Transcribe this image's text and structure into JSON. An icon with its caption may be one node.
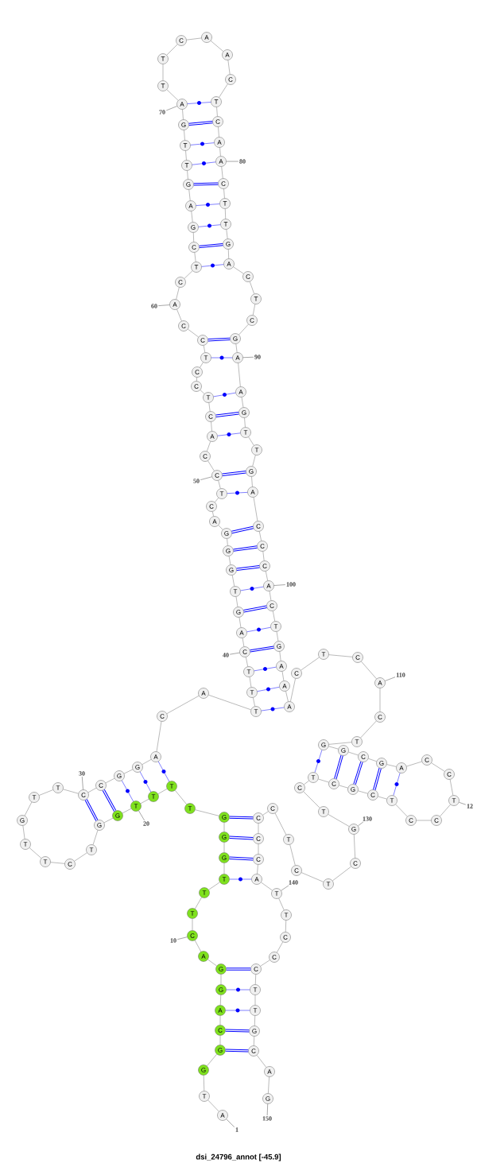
{
  "diagram": {
    "caption": "dsi_24796_annot [-45.9]",
    "nodes": [
      {
        "text": [
          "A"
        ]
      },
      {
        "text": [
          "T"
        ]
      },
      {
        "text": [
          "G"
        ]
      },
      {
        "text": [
          "G"
        ]
      },
      {
        "text": [
          "C"
        ]
      },
      {
        "text": [
          "A"
        ]
      },
      {
        "text": [
          "G"
        ]
      },
      {
        "text": [
          "G"
        ]
      },
      {
        "text": [
          "A"
        ]
      },
      {
        "text": [
          "C"
        ]
      },
      {
        "text": [
          "T"
        ]
      },
      {
        "text": [
          "T"
        ]
      },
      {
        "text": [
          "T"
        ]
      },
      {
        "text": [
          "G"
        ]
      },
      {
        "text": [
          "G"
        ]
      },
      {
        "text": [
          "G"
        ]
      },
      {
        "text": [
          "T"
        ]
      },
      {
        "text": [
          "T"
        ]
      },
      {
        "text": [
          "T"
        ]
      },
      {
        "text": [
          "T"
        ]
      },
      {
        "text": [
          "G"
        ]
      },
      {
        "text": [
          "G"
        ]
      },
      {
        "text": [
          "T"
        ]
      },
      {
        "text": [
          "C"
        ]
      },
      {
        "text": [
          "T"
        ]
      },
      {
        "text": [
          "T"
        ]
      },
      {
        "text": [
          "G"
        ]
      },
      {
        "text": [
          "T"
        ]
      },
      {
        "text": [
          "T"
        ]
      },
      {
        "text": [
          "C"
        ]
      },
      {
        "text": [
          "C"
        ]
      },
      {
        "text": [
          "G"
        ]
      },
      {
        "text": [
          "G"
        ]
      },
      {
        "text": [
          "A"
        ]
      },
      {
        "text": [
          "C"
        ]
      },
      {
        "text": [
          "A"
        ]
      },
      {
        "text": [
          "T"
        ]
      },
      {
        "text": [
          "T"
        ]
      },
      {
        "text": [
          "T"
        ]
      },
      {
        "text": [
          "C"
        ]
      },
      {
        "text": [
          "A"
        ]
      },
      {
        "text": [
          "G"
        ]
      },
      {
        "text": [
          "T"
        ]
      },
      {
        "text": [
          "G"
        ]
      },
      {
        "text": [
          "G"
        ]
      },
      {
        "text": [
          "G"
        ]
      },
      {
        "text": [
          "A"
        ]
      },
      {
        "text": [
          "C"
        ]
      },
      {
        "text": [
          "T"
        ]
      },
      {
        "text": [
          "C"
        ]
      },
      {
        "text": [
          "C"
        ]
      },
      {
        "text": [
          "A"
        ]
      },
      {
        "text": [
          "C"
        ]
      },
      {
        "text": [
          "T"
        ]
      },
      {
        "text": [
          "C"
        ]
      },
      {
        "text": [
          "C"
        ]
      },
      {
        "text": [
          "T"
        ]
      },
      {
        "text": [
          "C"
        ]
      },
      {
        "text": [
          "C"
        ]
      },
      {
        "text": [
          "A"
        ]
      },
      {
        "text": [
          "C"
        ]
      },
      {
        "text": [
          "T"
        ]
      },
      {
        "text": [
          "C"
        ]
      },
      {
        "text": [
          "G"
        ]
      },
      {
        "text": [
          "A"
        ]
      },
      {
        "text": [
          "G"
        ]
      },
      {
        "text": [
          "T"
        ]
      },
      {
        "text": [
          "T"
        ]
      },
      {
        "text": [
          "G"
        ]
      },
      {
        "text": [
          "A"
        ]
      },
      {
        "text": [
          "T"
        ]
      },
      {
        "text": [
          "T"
        ]
      },
      {
        "text": [
          "C"
        ]
      },
      {
        "text": [
          "A"
        ]
      },
      {
        "text": [
          "A"
        ]
      },
      {
        "text": [
          "C"
        ]
      },
      {
        "text": [
          "T"
        ]
      },
      {
        "text": [
          "C"
        ]
      },
      {
        "text": [
          "A"
        ]
      },
      {
        "text": [
          "A"
        ]
      },
      {
        "text": [
          "C"
        ]
      },
      {
        "text": [
          "T"
        ]
      },
      {
        "text": [
          "T"
        ]
      },
      {
        "text": [
          "G"
        ]
      },
      {
        "text": [
          "A"
        ]
      },
      {
        "text": [
          "C"
        ]
      },
      {
        "text": [
          "T"
        ]
      },
      {
        "text": [
          "C"
        ]
      },
      {
        "text": [
          "G"
        ]
      },
      {
        "text": [
          "A"
        ]
      },
      {
        "text": [
          "A"
        ]
      },
      {
        "text": [
          "G"
        ]
      },
      {
        "text": [
          "T"
        ]
      },
      {
        "text": [
          "T"
        ]
      },
      {
        "text": [
          "G"
        ]
      },
      {
        "text": [
          "A"
        ]
      },
      {
        "text": [
          "C"
        ]
      },
      {
        "text": [
          "C"
        ]
      },
      {
        "text": [
          "C"
        ]
      },
      {
        "text": [
          "A"
        ]
      },
      {
        "text": [
          "C"
        ]
      },
      {
        "text": [
          "T"
        ]
      },
      {
        "text": [
          "G"
        ]
      },
      {
        "text": [
          "A"
        ]
      },
      {
        "text": [
          "A"
        ]
      },
      {
        "text": [
          "A"
        ]
      },
      {
        "text": [
          "C"
        ]
      },
      {
        "text": [
          "T"
        ]
      },
      {
        "text": [
          "C"
        ]
      },
      {
        "text": [
          "A"
        ]
      },
      {
        "text": [
          "C"
        ]
      },
      {
        "text": [
          "T"
        ]
      },
      {
        "text": [
          "G"
        ]
      },
      {
        "text": [
          "G"
        ]
      },
      {
        "text": [
          "C"
        ]
      },
      {
        "text": [
          "G"
        ]
      },
      {
        "text": [
          "A"
        ]
      },
      {
        "text": [
          "C"
        ]
      },
      {
        "text": [
          "C"
        ]
      },
      {
        "text": [
          "T"
        ]
      },
      {
        "text": [
          "C"
        ]
      },
      {
        "text": [
          "C"
        ]
      },
      {
        "text": [
          "T"
        ]
      },
      {
        "text": [
          "C"
        ]
      },
      {
        "text": [
          "G"
        ]
      },
      {
        "text": [
          "C"
        ]
      },
      {
        "text": [
          "T"
        ]
      },
      {
        "text": [
          "C"
        ]
      },
      {
        "text": [
          "T"
        ]
      },
      {
        "text": [
          "G"
        ]
      },
      {
        "text": [
          "C"
        ]
      },
      {
        "text": [
          "T"
        ]
      },
      {
        "text": [
          "C"
        ]
      },
      {
        "text": [
          "T"
        ]
      },
      {
        "text": [
          "C"
        ]
      },
      {
        "text": [
          "C"
        ]
      },
      {
        "text": [
          "C"
        ]
      },
      {
        "text": [
          "C"
        ]
      },
      {
        "text": [
          "A"
        ]
      },
      {
        "text": [
          "T"
        ]
      },
      {
        "text": [
          "T"
        ]
      },
      {
        "text": [
          "C"
        ]
      },
      {
        "text": [
          "C"
        ]
      },
      {
        "text": [
          "C"
        ]
      },
      {
        "text": [
          "T"
        ]
      },
      {
        "text": [
          "T"
        ]
      },
      {
        "text": [
          "G"
        ]
      },
      {
        "text": [
          "C"
        ]
      },
      {
        "text": [
          "A"
        ]
      },
      {
        "text": [
          "G"
        ]
      },
      {
        "text": [
          "1"
        ]
      },
      {
        "text": [
          "10"
        ]
      },
      {
        "text": [
          "20"
        ]
      },
      {
        "text": [
          "30"
        ]
      },
      {
        "text": [
          "40"
        ]
      },
      {
        "text": [
          "50"
        ]
      },
      {
        "text": [
          "60"
        ]
      },
      {
        "text": [
          "70"
        ]
      },
      {
        "text": [
          "80"
        ]
      },
      {
        "text": [
          "90"
        ]
      },
      {
        "text": [
          "100"
        ]
      },
      {
        "text": [
          "110"
        ]
      },
      {
        "text": [
          "12"
        ]
      },
      {
        "text": [
          "130"
        ]
      },
      {
        "text": [
          "140"
        ]
      },
      {
        "text": [
          "150"
        ]
      }
    ],
    "edges": [
      {
        "from": 0,
        "to": 1,
        "arrow": "none"
      },
      {
        "from": 1,
        "to": 2,
        "arrow": "none"
      },
      {
        "from": 2,
        "to": 3,
        "arrow": "none"
      },
      {
        "from": 3,
        "to": 4,
        "arrow": "none"
      },
      {
        "from": 4,
        "to": 5,
        "arrow": "none"
      },
      {
        "from": 5,
        "to": 6,
        "arrow": "none"
      },
      {
        "from": 6,
        "to": 7,
        "arrow": "none"
      },
      {
        "from": 7,
        "to": 8,
        "arrow": "none"
      },
      {
        "from": 8,
        "to": 9,
        "arrow": "none"
      },
      {
        "from": 9,
        "to": 10,
        "arrow": "none"
      },
      {
        "from": 10,
        "to": 11,
        "arrow": "none"
      },
      {
        "from": 11,
        "to": 12,
        "arrow": "none"
      },
      {
        "from": 12,
        "to": 13,
        "arrow": "none"
      },
      {
        "from": 13,
        "to": 14,
        "arrow": "none"
      },
      {
        "from": 14,
        "to": 15,
        "arrow": "none"
      },
      {
        "from": 15,
        "to": 16,
        "arrow": "none"
      },
      {
        "from": 16,
        "to": 17,
        "arrow": "none"
      },
      {
        "from": 17,
        "to": 18,
        "arrow": "none"
      },
      {
        "from": 18,
        "to": 19,
        "arrow": "none"
      },
      {
        "from": 19,
        "to": 20,
        "arrow": "none"
      },
      {
        "from": 20,
        "to": 21,
        "arrow": "none"
      },
      {
        "from": 21,
        "to": 22,
        "arrow": "none"
      },
      {
        "from": 22,
        "to": 23,
        "arrow": "none"
      },
      {
        "from": 23,
        "to": 24,
        "arrow": "none"
      },
      {
        "from": 24,
        "to": 25,
        "arrow": "none"
      },
      {
        "from": 25,
        "to": 26,
        "arrow": "none"
      },
      {
        "from": 26,
        "to": 27,
        "arrow": "none"
      },
      {
        "from": 27,
        "to": 28,
        "arrow": "none"
      },
      {
        "from": 28,
        "to": 29,
        "arrow": "none"
      },
      {
        "from": 29,
        "to": 30,
        "arrow": "none"
      },
      {
        "from": 30,
        "to": 31,
        "arrow": "none"
      },
      {
        "from": 31,
        "to": 32,
        "arrow": "none"
      },
      {
        "from": 32,
        "to": 33,
        "arrow": "none"
      },
      {
        "from": 33,
        "to": 34,
        "arrow": "none"
      },
      {
        "from": 34,
        "to": 35,
        "arrow": "none"
      },
      {
        "from": 35,
        "to": 36,
        "arrow": "none"
      },
      {
        "from": 36,
        "to": 37,
        "arrow": "none"
      },
      {
        "from": 37,
        "to": 38,
        "arrow": "none"
      },
      {
        "from": 38,
        "to": 39,
        "arrow": "none"
      },
      {
        "from": 39,
        "to": 40,
        "arrow": "none"
      },
      {
        "from": 40,
        "to": 41,
        "arrow": "none"
      },
      {
        "from": 41,
        "to": 42,
        "arrow": "none"
      },
      {
        "from": 42,
        "to": 43,
        "arrow": "none"
      },
      {
        "from": 43,
        "to": 44,
        "arrow": "none"
      },
      {
        "from": 44,
        "to": 45,
        "arrow": "none"
      },
      {
        "from": 45,
        "to": 46,
        "arrow": "none"
      },
      {
        "from": 46,
        "to": 47,
        "arrow": "none"
      },
      {
        "from": 47,
        "to": 48,
        "arrow": "none"
      },
      {
        "from": 48,
        "to": 49,
        "arrow": "none"
      },
      {
        "from": 49,
        "to": 50,
        "arrow": "none"
      },
      {
        "from": 50,
        "to": 51,
        "arrow": "none"
      },
      {
        "from": 51,
        "to": 52,
        "arrow": "none"
      },
      {
        "from": 52,
        "to": 53,
        "arrow": "none"
      },
      {
        "from": 53,
        "to": 54,
        "arrow": "none"
      },
      {
        "from": 54,
        "to": 55,
        "arrow": "none"
      },
      {
        "from": 55,
        "to": 56,
        "arrow": "none"
      },
      {
        "from": 56,
        "to": 57,
        "arrow": "none"
      },
      {
        "from": 57,
        "to": 58,
        "arrow": "none"
      },
      {
        "from": 58,
        "to": 59,
        "arrow": "none"
      },
      {
        "from": 59,
        "to": 60,
        "arrow": "none"
      },
      {
        "from": 60,
        "to": 61,
        "arrow": "none"
      },
      {
        "from": 61,
        "to": 62,
        "arrow": "none"
      },
      {
        "from": 62,
        "to": 63,
        "arrow": "none"
      },
      {
        "from": 63,
        "to": 64,
        "arrow": "none"
      },
      {
        "from": 64,
        "to": 65,
        "arrow": "none"
      },
      {
        "from": 65,
        "to": 66,
        "arrow": "none"
      },
      {
        "from": 66,
        "to": 67,
        "arrow": "none"
      },
      {
        "from": 67,
        "to": 68,
        "arrow": "none"
      },
      {
        "from": 68,
        "to": 69,
        "arrow": "none"
      },
      {
        "from": 69,
        "to": 70,
        "arrow": "none"
      },
      {
        "from": 70,
        "to": 71,
        "arrow": "none"
      },
      {
        "from": 71,
        "to": 72,
        "arrow": "none"
      },
      {
        "from": 72,
        "to": 73,
        "arrow": "none"
      },
      {
        "from": 73,
        "to": 74,
        "arrow": "none"
      },
      {
        "from": 74,
        "to": 75,
        "arrow": "none"
      },
      {
        "from": 75,
        "to": 76,
        "arrow": "none"
      },
      {
        "from": 76,
        "to": 77,
        "arrow": "none"
      },
      {
        "from": 77,
        "to": 78,
        "arrow": "none"
      },
      {
        "from": 78,
        "to": 79,
        "arrow": "none"
      },
      {
        "from": 79,
        "to": 80,
        "arrow": "none"
      },
      {
        "from": 80,
        "to": 81,
        "arrow": "none"
      },
      {
        "from": 81,
        "to": 82,
        "arrow": "none"
      },
      {
        "from": 82,
        "to": 83,
        "arrow": "none"
      },
      {
        "from": 83,
        "to": 84,
        "arrow": "none"
      },
      {
        "from": 84,
        "to": 85,
        "arrow": "none"
      },
      {
        "from": 85,
        "to": 86,
        "arrow": "none"
      },
      {
        "from": 86,
        "to": 87,
        "arrow": "none"
      },
      {
        "from": 87,
        "to": 88,
        "arrow": "none"
      },
      {
        "from": 88,
        "to": 89,
        "arrow": "none"
      },
      {
        "from": 89,
        "to": 90,
        "arrow": "none"
      },
      {
        "from": 90,
        "to": 91,
        "arrow": "none"
      },
      {
        "from": 91,
        "to": 92,
        "arrow": "none"
      },
      {
        "from": 92,
        "to": 93,
        "arrow": "none"
      },
      {
        "from": 93,
        "to": 94,
        "arrow": "none"
      },
      {
        "from": 94,
        "to": 95,
        "arrow": "none"
      },
      {
        "from": 95,
        "to": 96,
        "arrow": "none"
      },
      {
        "from": 96,
        "to": 97,
        "arrow": "none"
      },
      {
        "from": 97,
        "to": 98,
        "arrow": "none"
      },
      {
        "from": 98,
        "to": 99,
        "arrow": "none"
      },
      {
        "from": 99,
        "to": 100,
        "arrow": "none"
      },
      {
        "from": 100,
        "to": 101,
        "arrow": "none"
      },
      {
        "from": 101,
        "to": 102,
        "arrow": "none"
      },
      {
        "from": 102,
        "to": 103,
        "arrow": "none"
      },
      {
        "from": 103,
        "to": 104,
        "arrow": "none"
      },
      {
        "from": 104,
        "to": 105,
        "arrow": "none"
      },
      {
        "from": 105,
        "to": 106,
        "arrow": "none"
      },
      {
        "from": 106,
        "to": 107,
        "arrow": "none"
      },
      {
        "from": 107,
        "to": 108,
        "arrow": "none"
      },
      {
        "from": 108,
        "to": 109,
        "arrow": "none"
      },
      {
        "from": 109,
        "to": 110,
        "arrow": "none"
      },
      {
        "from": 110,
        "to": 111,
        "arrow": "none"
      },
      {
        "from": 111,
        "to": 112,
        "arrow": "none"
      },
      {
        "from": 112,
        "to": 113,
        "arrow": "none"
      },
      {
        "from": 113,
        "to": 114,
        "arrow": "none"
      },
      {
        "from": 114,
        "to": 115,
        "arrow": "none"
      },
      {
        "from": 115,
        "to": 116,
        "arrow": "none"
      },
      {
        "from": 116,
        "to": 117,
        "arrow": "none"
      },
      {
        "from": 117,
        "to": 118,
        "arrow": "none"
      },
      {
        "from": 118,
        "to": 119,
        "arrow": "none"
      },
      {
        "from": 119,
        "to": 120,
        "arrow": "none"
      },
      {
        "from": 120,
        "to": 121,
        "arrow": "none"
      },
      {
        "from": 121,
        "to": 122,
        "arrow": "none"
      },
      {
        "from": 122,
        "to": 123,
        "arrow": "none"
      },
      {
        "from": 123,
        "to": 124,
        "arrow": "none"
      },
      {
        "from": 124,
        "to": 125,
        "arrow": "none"
      },
      {
        "from": 125,
        "to": 126,
        "arrow": "none"
      },
      {
        "from": 126,
        "to": 127,
        "arrow": "none"
      },
      {
        "from": 127,
        "to": 128,
        "arrow": "none"
      },
      {
        "from": 128,
        "to": 129,
        "arrow": "none"
      },
      {
        "from": 129,
        "to": 130,
        "arrow": "none"
      },
      {
        "from": 130,
        "to": 131,
        "arrow": "none"
      },
      {
        "from": 131,
        "to": 132,
        "arrow": "none"
      },
      {
        "from": 132,
        "to": 133,
        "arrow": "none"
      },
      {
        "from": 133,
        "to": 134,
        "arrow": "none"
      },
      {
        "from": 134,
        "to": 135,
        "arrow": "none"
      },
      {
        "from": 135,
        "to": 136,
        "arrow": "none"
      },
      {
        "from": 136,
        "to": 137,
        "arrow": "none"
      },
      {
        "from": 137,
        "to": 138,
        "arrow": "none"
      },
      {
        "from": 138,
        "to": 139,
        "arrow": "none"
      },
      {
        "from": 139,
        "to": 140,
        "arrow": "none"
      },
      {
        "from": 140,
        "to": 141,
        "arrow": "none"
      },
      {
        "from": 141,
        "to": 142,
        "arrow": "none"
      },
      {
        "from": 142,
        "to": 143,
        "arrow": "none"
      },
      {
        "from": 143,
        "to": 144,
        "arrow": "none"
      },
      {
        "from": 144,
        "to": 145,
        "arrow": "none"
      },
      {
        "from": 145,
        "to": 146,
        "arrow": "none"
      },
      {
        "from": 146,
        "to": 147,
        "arrow": "none"
      },
      {
        "from": 147,
        "to": 148,
        "arrow": "none"
      },
      {
        "from": 148,
        "to": 149,
        "arrow": "none"
      },
      {
        "from": 3,
        "to": 147,
        "arrow": "none",
        "style": "thick",
        "color": "#0000ff"
      },
      {
        "from": 4,
        "to": 146,
        "arrow": "none",
        "style": "thick",
        "color": "#0000ff"
      },
      {
        "from": 5,
        "to": 145,
        "arrow": "none",
        "color": "#0000ff"
      },
      {
        "from": 6,
        "to": 144,
        "arrow": "none",
        "color": "#0000ff"
      },
      {
        "from": 7,
        "to": 143,
        "arrow": "none",
        "style": "thick",
        "color": "#0000ff"
      },
      {
        "from": 12,
        "to": 138,
        "arrow": "none",
        "color": "#0000ff"
      },
      {
        "from": 13,
        "to": 137,
        "arrow": "none",
        "style": "thick",
        "color": "#0000ff"
      },
      {
        "from": 14,
        "to": 136,
        "arrow": "none",
        "style": "thick",
        "color": "#0000ff"
      },
      {
        "from": 15,
        "to": 135,
        "arrow": "none",
        "style": "thick",
        "color": "#0000ff"
      },
      {
        "from": 17,
        "to": 33,
        "arrow": "none",
        "color": "#0000ff"
      },
      {
        "from": 18,
        "to": 32,
        "arrow": "none",
        "color": "#0000ff"
      },
      {
        "from": 19,
        "to": 31,
        "arrow": "none",
        "color": "#0000ff"
      },
      {
        "from": 20,
        "to": 30,
        "arrow": "none",
        "style": "thick",
        "color": "#0000ff"
      },
      {
        "from": 21,
        "to": 29,
        "arrow": "none",
        "style": "thick",
        "color": "#0000ff"
      },
      {
        "from": 36,
        "to": 105,
        "arrow": "none",
        "color": "#0000ff"
      },
      {
        "from": 37,
        "to": 104,
        "arrow": "none",
        "color": "#0000ff"
      },
      {
        "from": 38,
        "to": 103,
        "arrow": "none",
        "color": "#0000ff"
      },
      {
        "from": 39,
        "to": 102,
        "arrow": "none",
        "style": "thick",
        "color": "#0000ff"
      },
      {
        "from": 40,
        "to": 101,
        "arrow": "none",
        "color": "#0000ff"
      },
      {
        "from": 41,
        "to": 100,
        "arrow": "none",
        "style": "thick",
        "color": "#0000ff"
      },
      {
        "from": 42,
        "to": 99,
        "arrow": "none",
        "color": "#0000ff"
      },
      {
        "from": 43,
        "to": 98,
        "arrow": "none",
        "style": "thick",
        "color": "#0000ff"
      },
      {
        "from": 44,
        "to": 97,
        "arrow": "none",
        "style": "thick",
        "color": "#0000ff"
      },
      {
        "from": 45,
        "to": 96,
        "arrow": "none",
        "style": "thick",
        "color": "#0000ff"
      },
      {
        "from": 48,
        "to": 95,
        "arrow": "none",
        "color": "#0000ff"
      },
      {
        "from": 49,
        "to": 94,
        "arrow": "none",
        "style": "thick",
        "color": "#0000ff"
      },
      {
        "from": 51,
        "to": 92,
        "arrow": "none",
        "color": "#0000ff"
      },
      {
        "from": 52,
        "to": 91,
        "arrow": "none",
        "style": "thick",
        "color": "#0000ff"
      },
      {
        "from": 53,
        "to": 90,
        "arrow": "none",
        "color": "#0000ff"
      },
      {
        "from": 56,
        "to": 89,
        "arrow": "none",
        "color": "#0000ff"
      },
      {
        "from": 57,
        "to": 88,
        "arrow": "none",
        "style": "thick",
        "color": "#0000ff"
      },
      {
        "from": 61,
        "to": 84,
        "arrow": "none",
        "color": "#0000ff"
      },
      {
        "from": 62,
        "to": 83,
        "arrow": "none",
        "style": "thick",
        "color": "#0000ff"
      },
      {
        "from": 63,
        "to": 82,
        "arrow": "none",
        "color": "#0000ff"
      },
      {
        "from": 64,
        "to": 81,
        "arrow": "none",
        "color": "#0000ff"
      },
      {
        "from": 65,
        "to": 80,
        "arrow": "none",
        "style": "thick",
        "color": "#0000ff"
      },
      {
        "from": 66,
        "to": 79,
        "arrow": "none",
        "color": "#0000ff"
      },
      {
        "from": 67,
        "to": 78,
        "arrow": "none",
        "color": "#0000ff"
      },
      {
        "from": 68,
        "to": 77,
        "arrow": "none",
        "style": "thick",
        "color": "#0000ff"
      },
      {
        "from": 69,
        "to": 76,
        "arrow": "none",
        "color": "#0000ff"
      },
      {
        "from": 112,
        "to": 126,
        "arrow": "none",
        "color": "#0000ff"
      },
      {
        "from": 113,
        "to": 125,
        "arrow": "none",
        "style": "thick",
        "color": "#0000ff"
      },
      {
        "from": 114,
        "to": 124,
        "arrow": "none",
        "style": "thick",
        "color": "#0000ff"
      },
      {
        "from": 115,
        "to": 123,
        "arrow": "none",
        "style": "thick",
        "color": "#0000ff"
      },
      {
        "from": 116,
        "to": 122,
        "arrow": "none",
        "color": "#0000ff"
      },
      {
        "from": 150,
        "to": 0,
        "arrow": "none"
      },
      {
        "from": 151,
        "to": 9,
        "arrow": "none"
      },
      {
        "from": 152,
        "to": 19,
        "arrow": "none"
      },
      {
        "from": 153,
        "to": 29,
        "arrow": "none"
      },
      {
        "from": 154,
        "to": 39,
        "arrow": "none"
      },
      {
        "from": 155,
        "to": 49,
        "arrow": "none"
      },
      {
        "from": 156,
        "to": 59,
        "arrow": "none"
      },
      {
        "from": 157,
        "to": 69,
        "arrow": "none"
      },
      {
        "from": 158,
        "to": 79,
        "arrow": "none"
      },
      {
        "from": 159,
        "to": 89,
        "arrow": "none"
      },
      {
        "from": 160,
        "to": 99,
        "arrow": "none"
      },
      {
        "from": 161,
        "to": 109,
        "arrow": "none"
      },
      {
        "from": 162,
        "to": 119,
        "arrow": "none"
      },
      {
        "from": 163,
        "to": 129,
        "arrow": "none"
      },
      {
        "from": 164,
        "to": 139,
        "arrow": "none"
      },
      {
        "from": 165,
        "to": 149,
        "arrow": "none"
      }
    ]
  }
}
